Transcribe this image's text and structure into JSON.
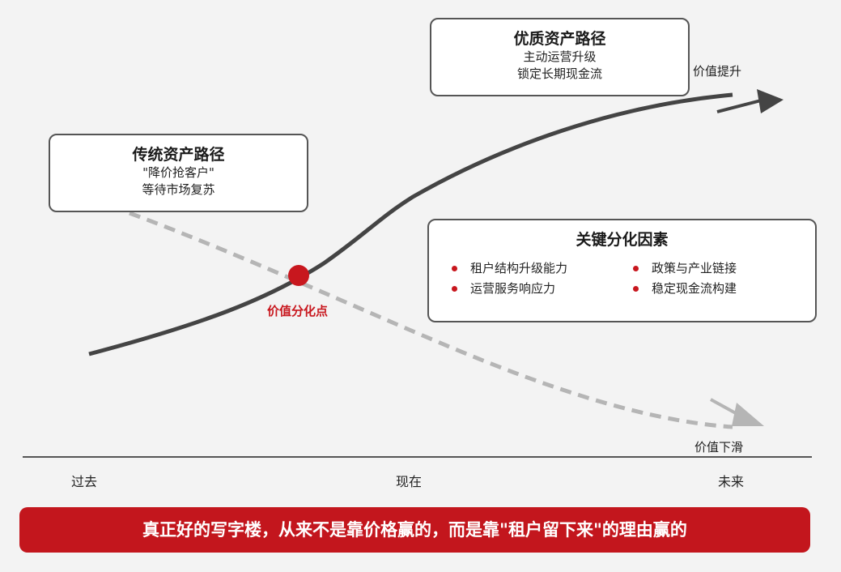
{
  "diagram": {
    "traditional_box": {
      "title": "传统资产路径",
      "lines": [
        "\"降价抢客户\"",
        "等待市场复苏"
      ]
    },
    "quality_box": {
      "title": "优质资产路径",
      "lines": [
        "主动运营升级",
        "锁定长期现金流"
      ]
    },
    "factors_box": {
      "title": "关键分化因素",
      "items": [
        "租户结构升级能力",
        "政策与产业链接",
        "运营服务响应力",
        "稳定现金流构建"
      ]
    },
    "divergence_point_label": "价值分化点",
    "upper_end_label": "价值提升",
    "lower_end_label": "价值下滑",
    "timeline": {
      "past": "过去",
      "now": "现在",
      "future": "未来"
    },
    "banner_text": "真正好的写字楼，从来不是靠价格赢的，而是靠\"租户留下来\"的理由赢的"
  },
  "colors": {
    "background": "#f3f3f3",
    "upper_line": "#444444",
    "lower_line": "#b5b5b5",
    "accent_red": "#c8171e",
    "banner": "#c3161d",
    "axis": "#555555"
  }
}
